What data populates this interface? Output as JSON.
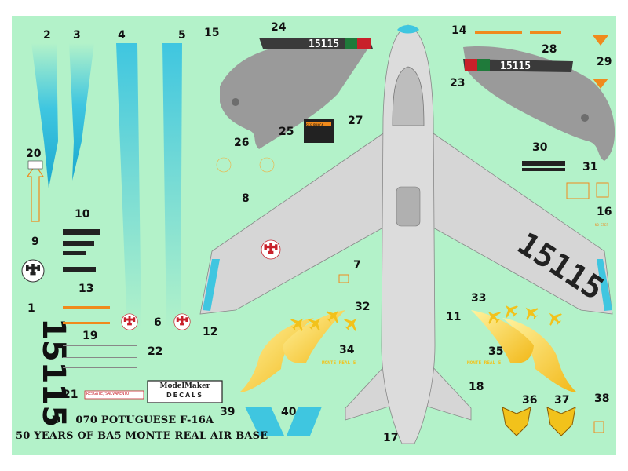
{
  "sheet": {
    "background": "#b3f2c9",
    "colors": {
      "cyan": "#3fc6e0",
      "grey": "#9a9a9a",
      "yellow": "#f2c21b",
      "red": "#c8202a",
      "green": "#1f7a3a",
      "orange": "#f08a1c",
      "black": "#111111"
    }
  },
  "title": {
    "line1": "D    070 POTUGUESE F-16A",
    "line2": "50 YEARS OF BA5 MONTE REAL AIR BASE"
  },
  "serial": "15115",
  "logo": {
    "line1": "ModelMaker",
    "line2": "DECALS"
  },
  "small_texts": {
    "stencil_21": "RESGATE/SALVAMENTO",
    "stencil_25": "SEGURANCA",
    "band_34": "MONTE REAL 5",
    "band_35": "MONTE REAL 5",
    "stencil_16": "NO STEP"
  },
  "decal_numbers": [
    "1",
    "2",
    "3",
    "4",
    "5",
    "6",
    "7",
    "8",
    "9",
    "10",
    "11",
    "12",
    "13",
    "14",
    "15",
    "16",
    "17",
    "18",
    "19",
    "20",
    "21",
    "22",
    "23",
    "24",
    "25",
    "26",
    "27",
    "28",
    "29",
    "30",
    "31",
    "32",
    "33",
    "34",
    "35",
    "36",
    "37",
    "38",
    "39",
    "40"
  ],
  "icons": [
    "portuguese-cross-roundel-icon",
    "eagle-head-icon",
    "jet-silhouette-icon",
    "smoke-trail-icon",
    "tiger-head-icon"
  ]
}
